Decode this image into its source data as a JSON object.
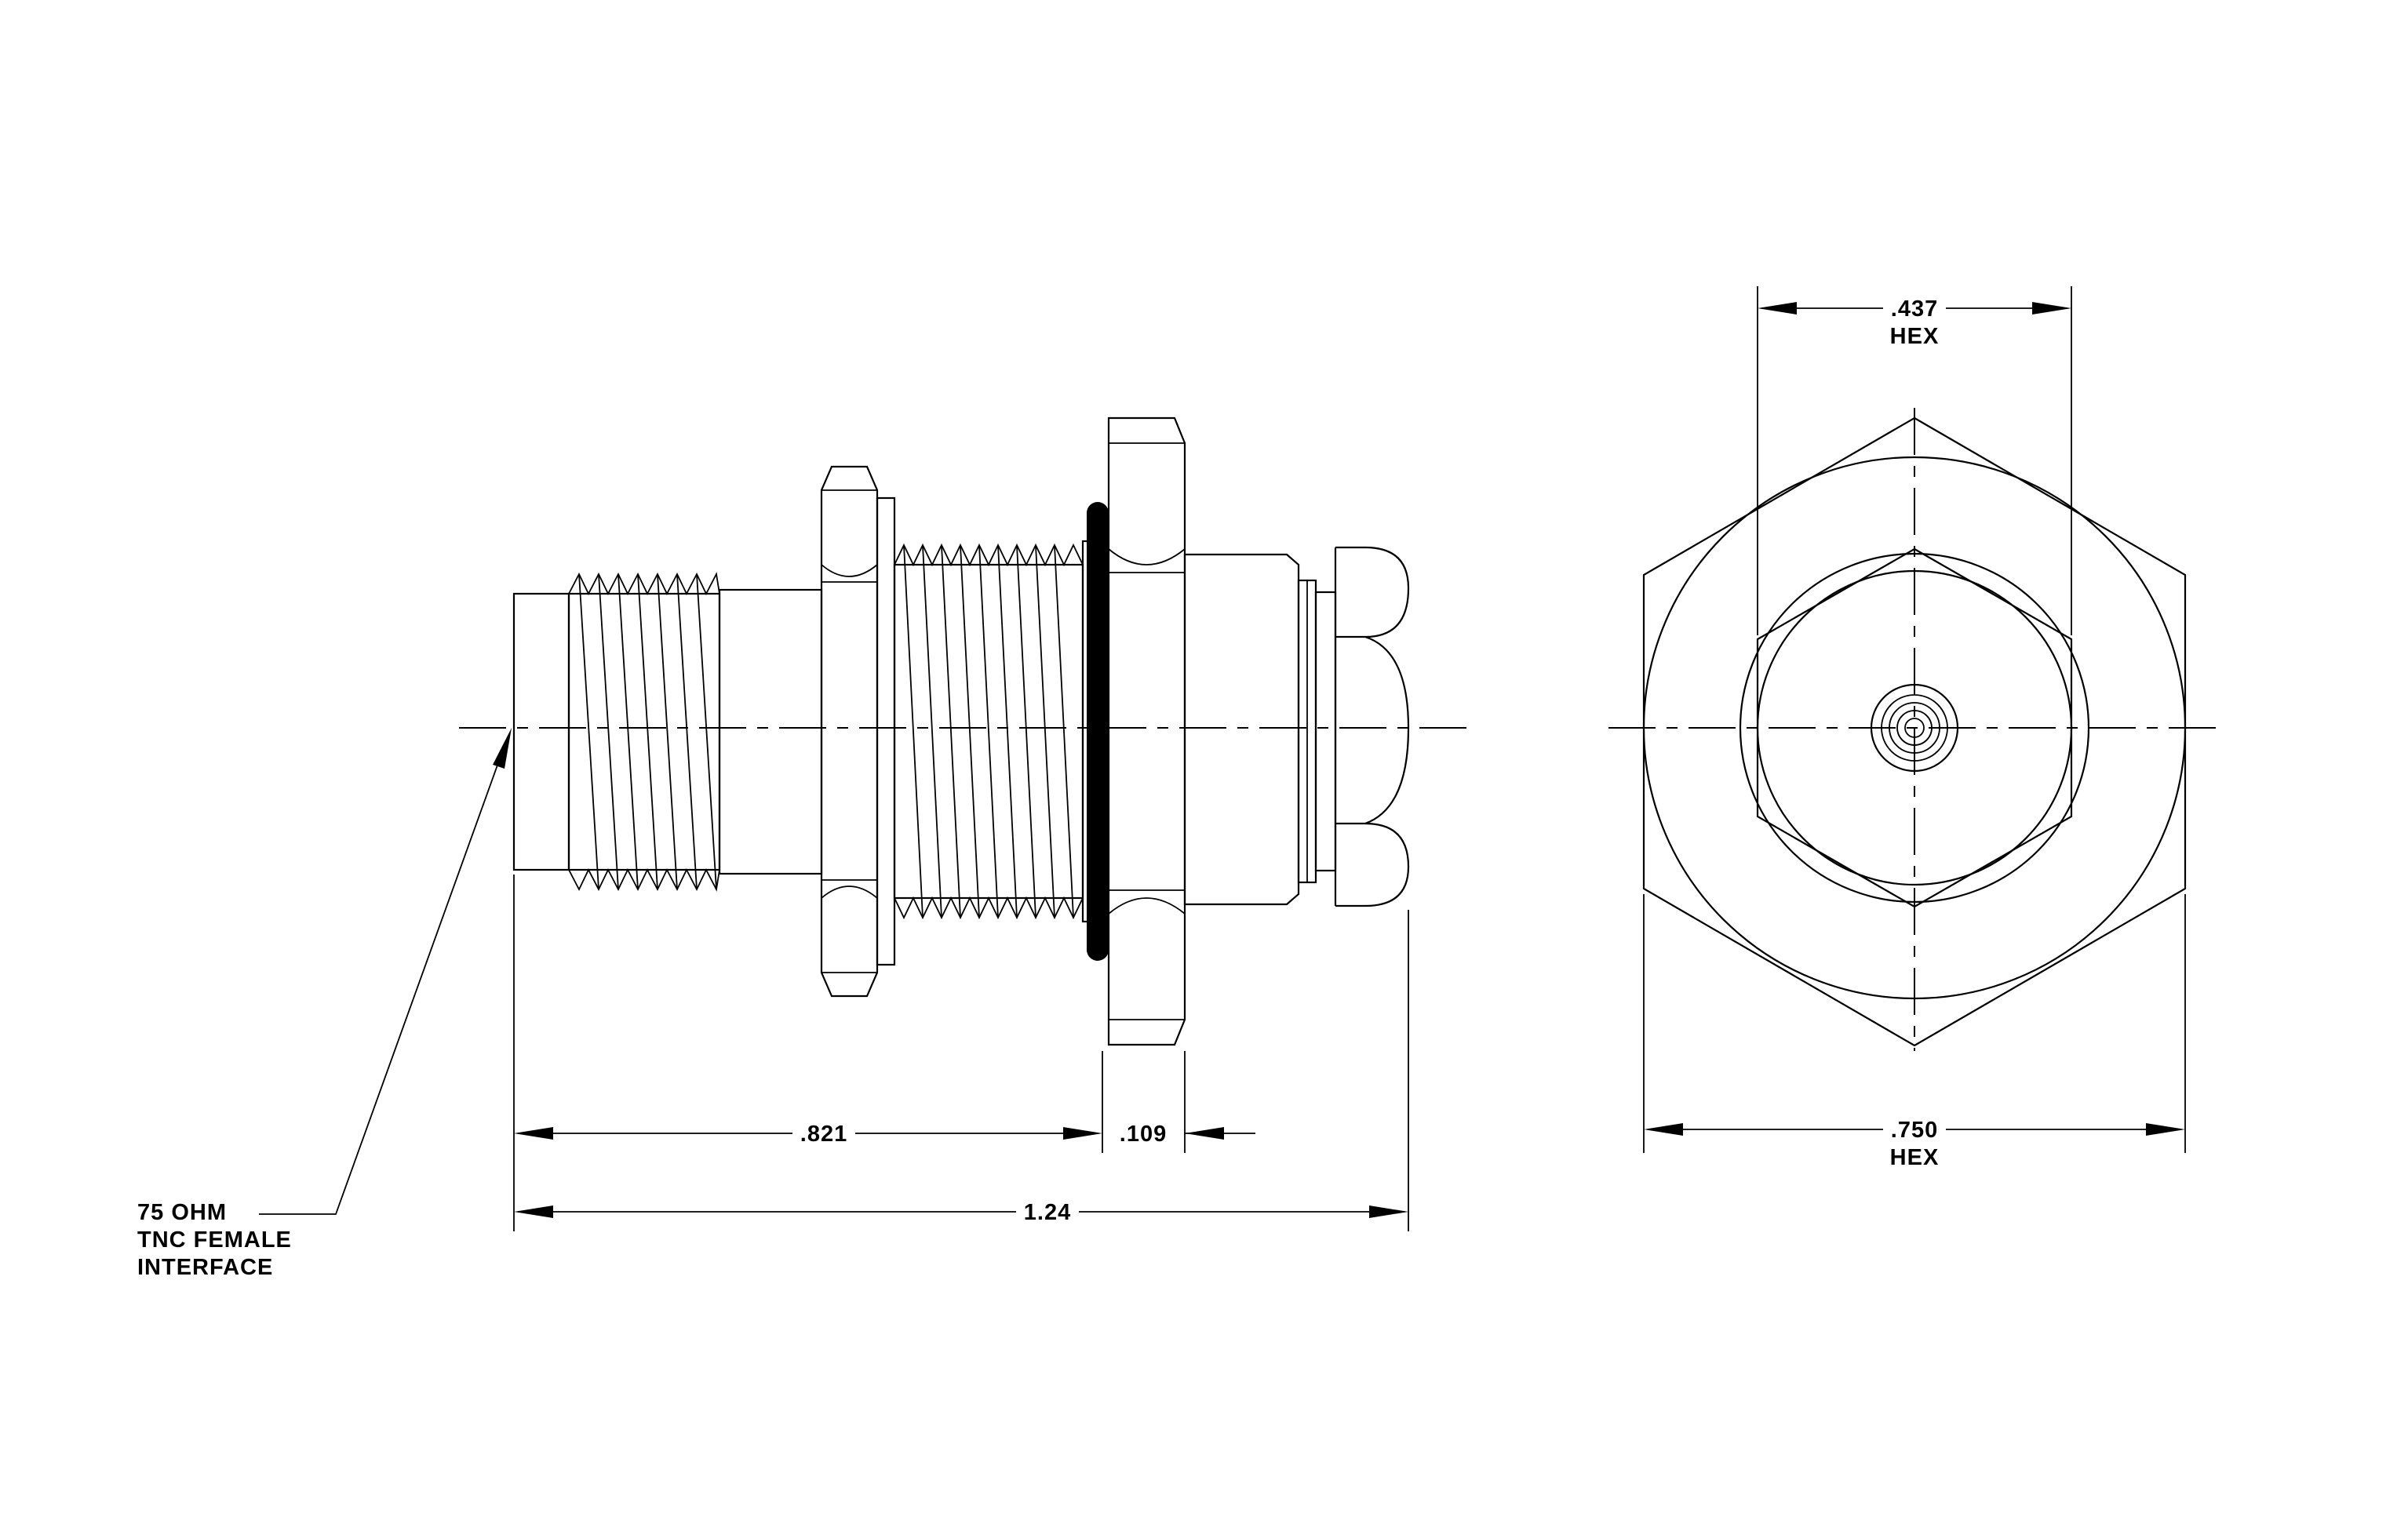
{
  "side_view": {
    "dims": {
      "overall_length": "1.24",
      "body_length": ".821",
      "flange_thickness": ".109"
    },
    "note": {
      "line1": "75 OHM",
      "line2": "TNC FEMALE",
      "line3": "INTERFACE"
    }
  },
  "front_view": {
    "inner_hex": {
      "value": ".437",
      "unit": "HEX"
    },
    "outer_hex": {
      "value": ".750",
      "unit": "HEX"
    }
  }
}
